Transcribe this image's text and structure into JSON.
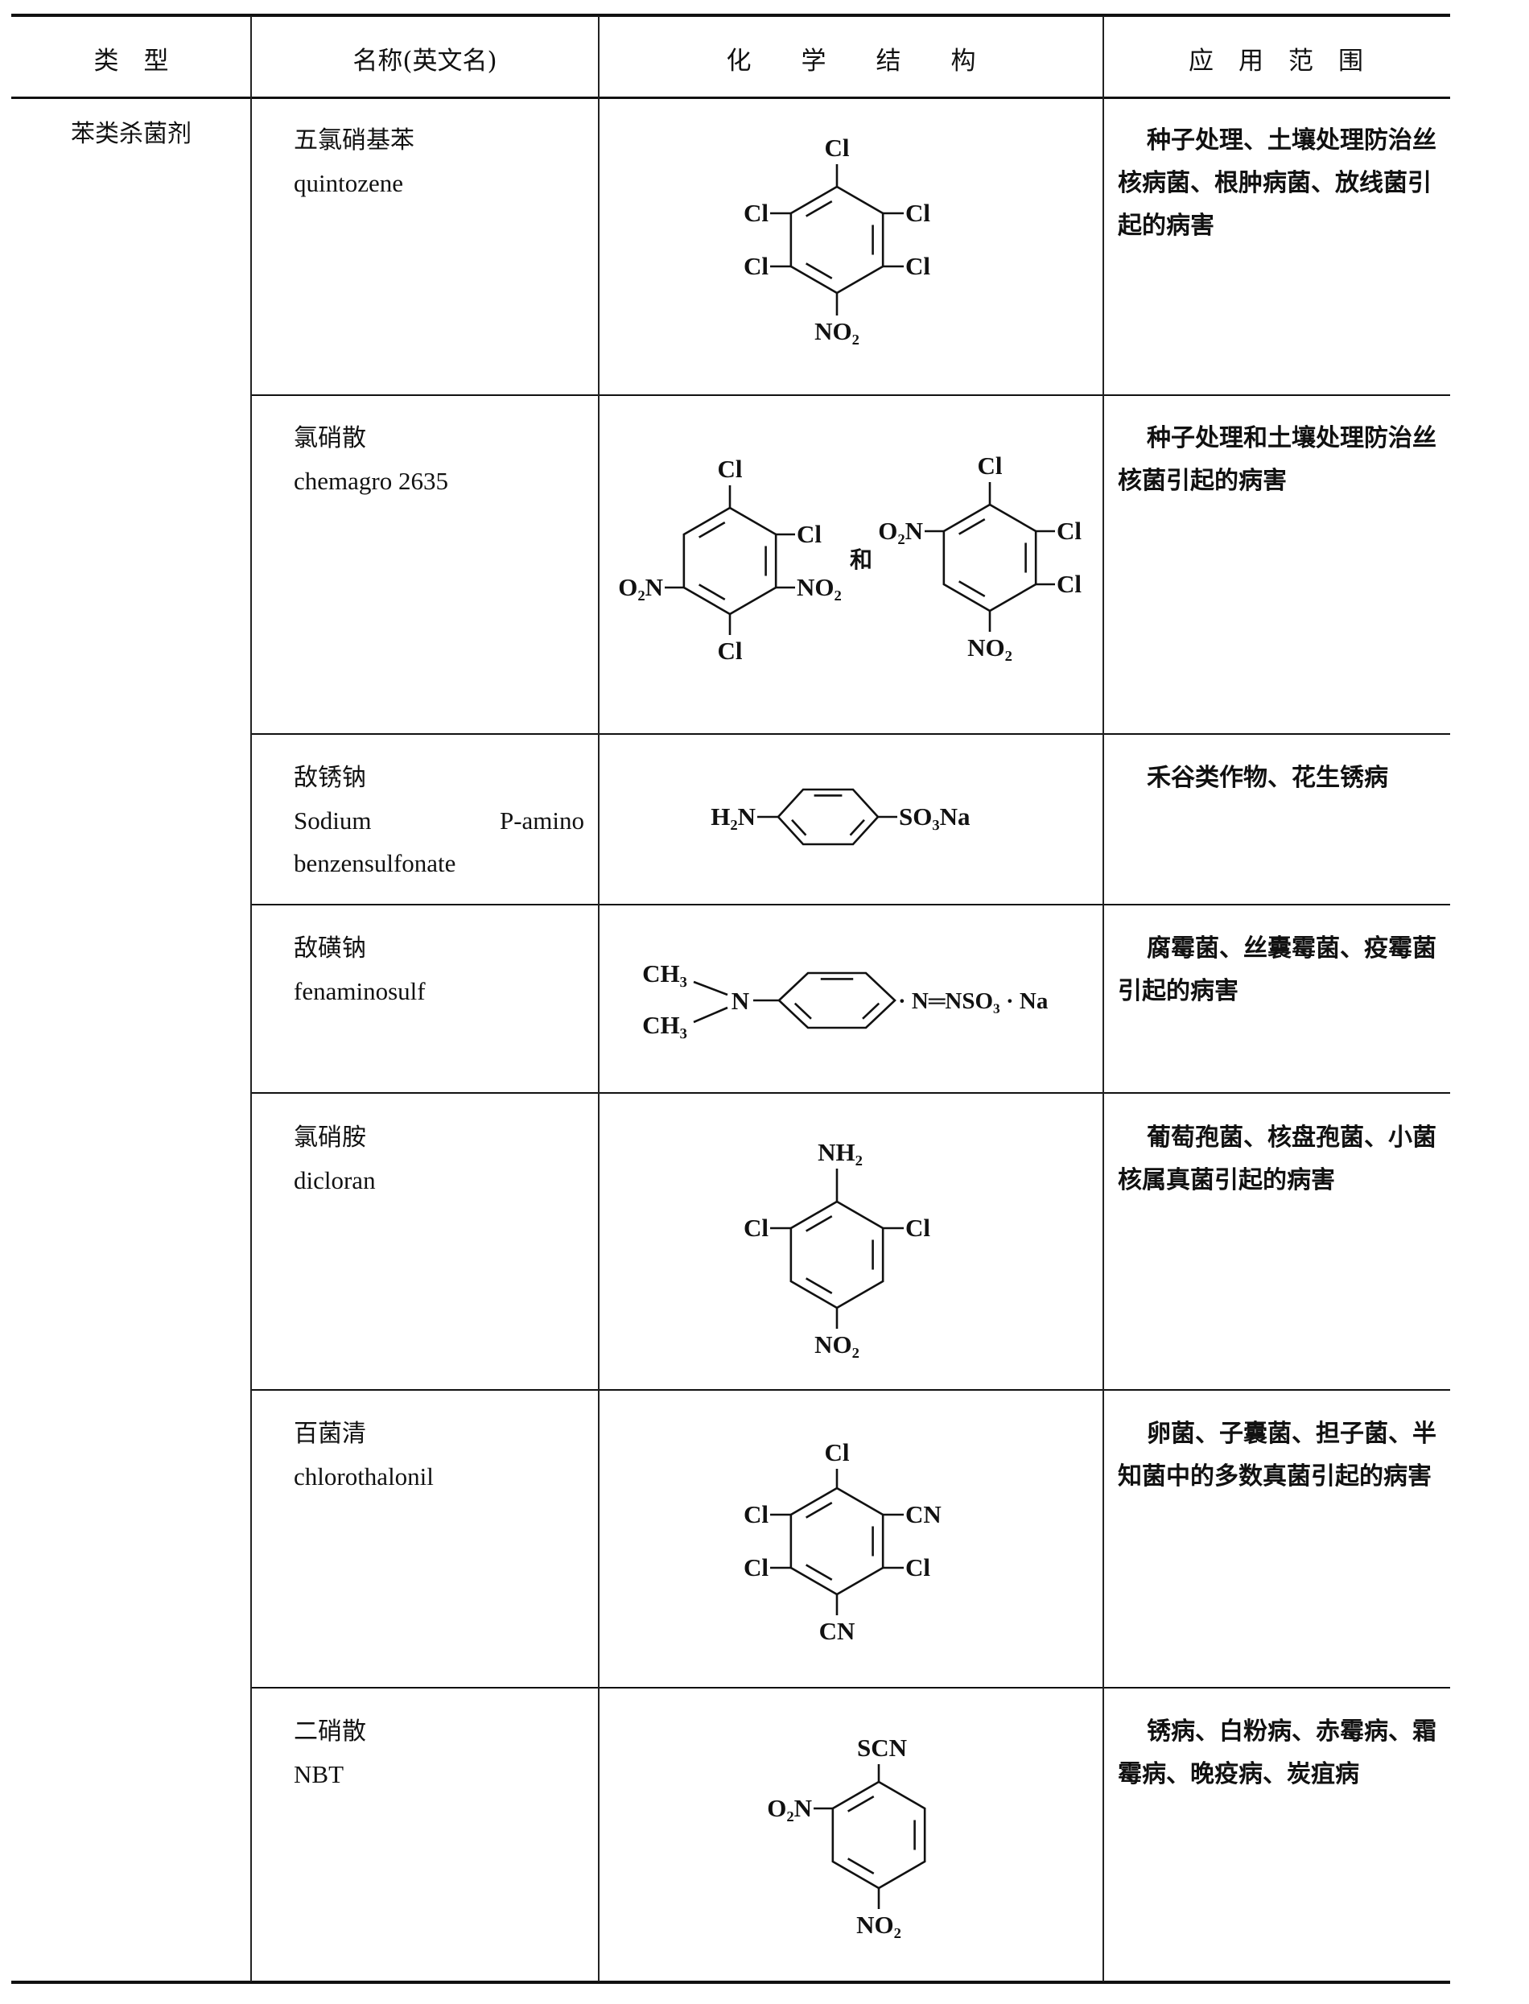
{
  "header": {
    "type": "类　型",
    "name": "名称(英文名)",
    "structure": "化　　学　　结　　构",
    "application": "应　用　范　围"
  },
  "category": "苯类杀菌剂",
  "rows": [
    {
      "name_cn": "五氯硝基苯",
      "name_en": "quintozene",
      "application": "种子处理、土壤处理防治丝核病菌、根肿病菌、放线菌引起的病害",
      "labels": {
        "top": "Cl",
        "ul": "Cl",
        "ur": "Cl",
        "ll": "Cl",
        "lr": "Cl",
        "bottom": "NO₂"
      }
    },
    {
      "name_cn": "氯硝散",
      "name_en": "chemagro 2635",
      "application": "种子处理和土壤处理防治丝核菌引起的病害",
      "labels": {
        "a_top": "Cl",
        "a_ur": "Cl",
        "a_lr": "NO₂",
        "a_ll": "O₂N",
        "a_bottom": "Cl",
        "and": "和",
        "b_top": "Cl",
        "b_ul": "O₂N",
        "b_ur": "Cl",
        "b_lr": "Cl",
        "b_bottom": "NO₂"
      }
    },
    {
      "name_cn": "敌锈钠",
      "name_en": "Sodium P-amino benzensulfonate",
      "application": "禾谷类作物、花生锈病",
      "labels": {
        "left": "H₂N",
        "right": "SO₃Na"
      }
    },
    {
      "name_cn": "敌磺钠",
      "name_en": "fenaminosulf",
      "application": "腐霉菌、丝囊霉菌、疫霉菌引起的病害",
      "labels": {
        "ch3_top": "CH₃",
        "ch3_bottom": "CH₃",
        "n": "N",
        "right": "· N═NSO₃ · Na"
      }
    },
    {
      "name_cn": "氯硝胺",
      "name_en": "dicloran",
      "application": "葡萄孢菌、核盘孢菌、小菌核属真菌引起的病害",
      "labels": {
        "top": "NH₂",
        "ul": "Cl",
        "ur": "Cl",
        "bottom": "NO₂"
      }
    },
    {
      "name_cn": "百菌清",
      "name_en": "chlorothalonil",
      "application": "卵菌、子囊菌、担子菌、半知菌中的多数真菌引起的病害",
      "labels": {
        "top": "Cl",
        "ul": "Cl",
        "ur": "CN",
        "ll": "Cl",
        "lr": "Cl",
        "bottom": "CN"
      }
    },
    {
      "name_cn": "二硝散",
      "name_en": "NBT",
      "application": "锈病、白粉病、赤霉病、霜霉病、晚疫病、炭疽病",
      "labels": {
        "top": "SCN",
        "ul": "O₂N",
        "bottom": "NO₂"
      }
    }
  ]
}
